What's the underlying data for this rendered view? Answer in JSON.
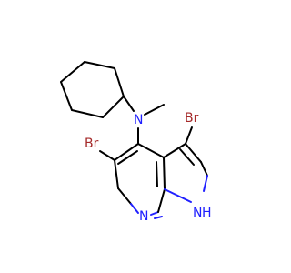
{
  "molecule": {
    "atoms": [
      {
        "id": "n_amine",
        "label": "N",
        "element": "N"
      },
      {
        "id": "n_pyridine",
        "label": "N",
        "element": "N"
      },
      {
        "id": "nh_pyrrole",
        "label": "H",
        "sub": "N",
        "element": "N"
      },
      {
        "id": "br_upper",
        "label": "Br",
        "element": "Br"
      },
      {
        "id": "br_lower",
        "label": "Br",
        "element": "Br"
      }
    ]
  },
  "colors": {
    "carbon_bond": "#000000",
    "nitrogen": "#2020ff",
    "bromine": "#a52a2a",
    "background": "#ffffff"
  }
}
